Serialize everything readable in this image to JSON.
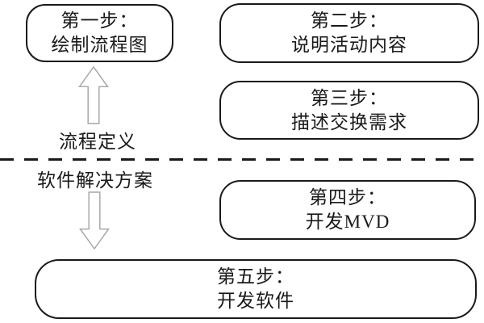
{
  "diagram": {
    "title_implicit": "Five-step process diagram",
    "boxes": [
      {
        "id": "step1",
        "line1": "第一步：",
        "line2": "绘制流程图"
      },
      {
        "id": "step2",
        "line1": "第二步：",
        "line2": "说明活动内容"
      },
      {
        "id": "step3",
        "line1": "第三步：",
        "line2": "描述交换需求"
      },
      {
        "id": "step4",
        "line1": "第四步：",
        "line2": "开发MVD"
      },
      {
        "id": "step5",
        "line1": "第五步：",
        "line2": "开发软件"
      }
    ],
    "labels": {
      "above_divider": "流程定义",
      "below_divider": "软件解决方案"
    },
    "icons": {
      "up_arrow": "hollow-block-arrow-up",
      "down_arrow": "hollow-block-arrow-down"
    },
    "colors": {
      "background": "#ffffff",
      "box_border": "#1a1a1a",
      "text": "#1a1a1a",
      "divider": "#1a1a1a",
      "arrow_outline": "#a6a6a6",
      "arrow_fill": "#ffffff"
    }
  }
}
